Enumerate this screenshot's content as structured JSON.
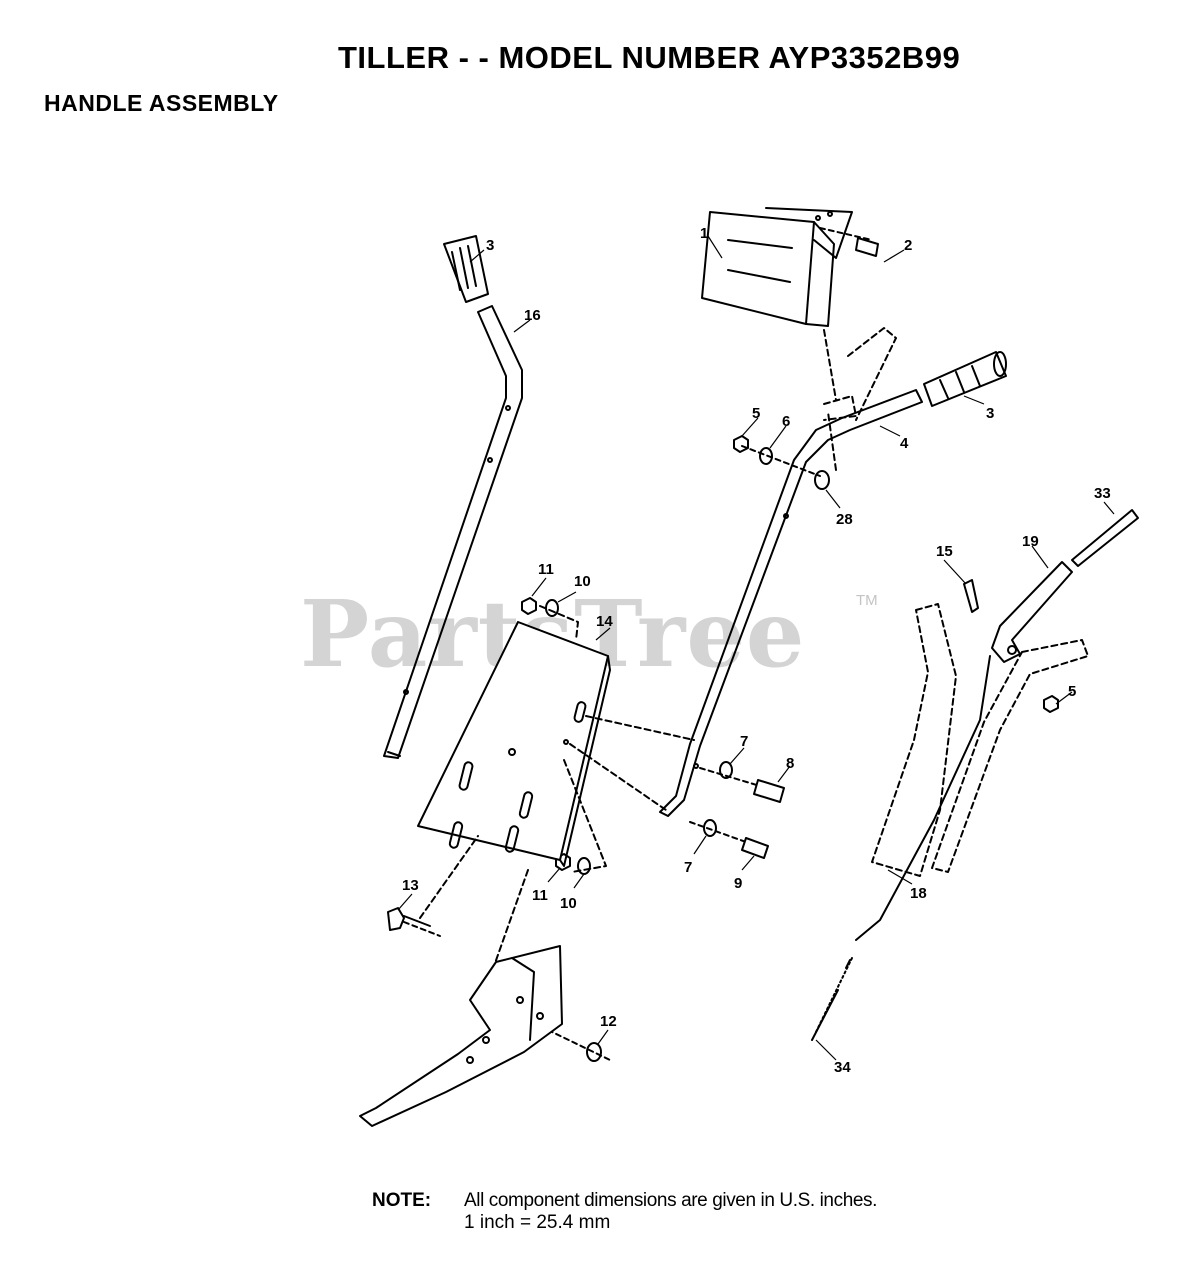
{
  "header": {
    "title": "TILLER - - MODEL NUMBER AYP3352B99",
    "subtitle": "HANDLE ASSEMBLY"
  },
  "watermark": {
    "text": "PartsTree",
    "trademark": "TM"
  },
  "callouts": {
    "c1": "1",
    "c2": "2",
    "c3a": "3",
    "c3b": "3",
    "c4": "4",
    "c5a": "5",
    "c5b": "5",
    "c6": "6",
    "c7a": "7",
    "c7b": "7",
    "c8": "8",
    "c9": "9",
    "c10a": "10",
    "c10b": "10",
    "c11a": "11",
    "c11b": "11",
    "c12": "12",
    "c13": "13",
    "c14": "14",
    "c15": "15",
    "c16": "16",
    "c18": "18",
    "c19": "19",
    "c28": "28",
    "c33": "33",
    "c34": "34"
  },
  "note": {
    "label": "NOTE:",
    "line1": "All component dimensions are given in U.S. inches.",
    "line2": "1 inch = 25.4 mm"
  }
}
